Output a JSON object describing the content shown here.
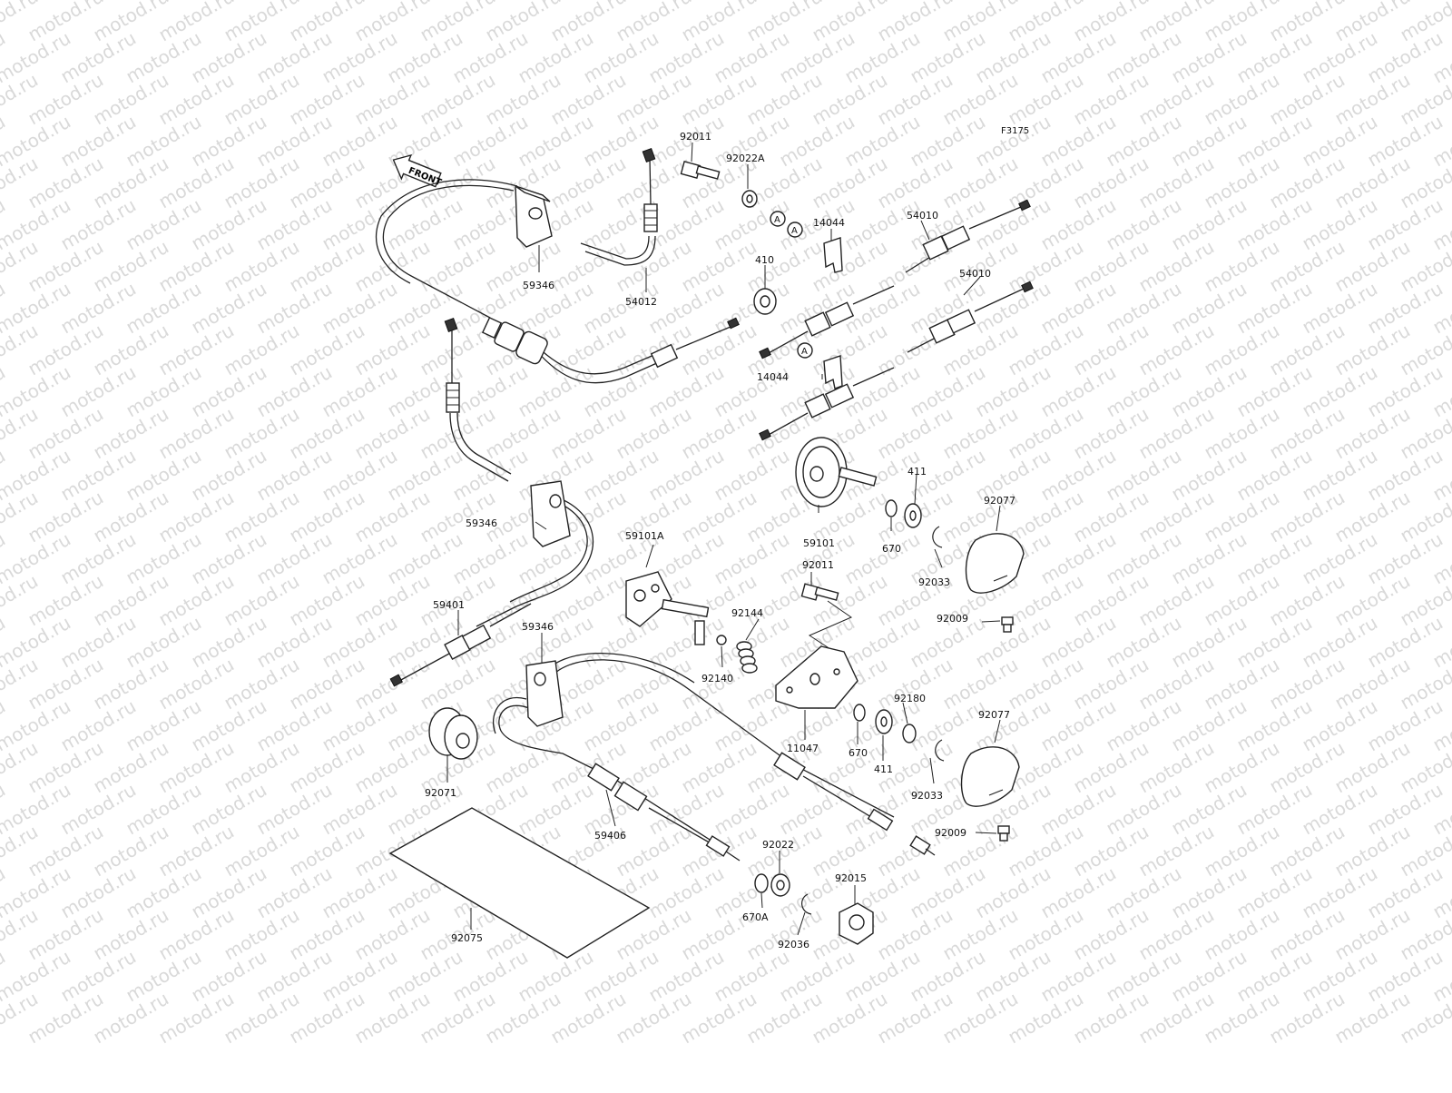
{
  "watermark": "motod.ru",
  "figure_code": "F3175",
  "front_label": "FRONT",
  "ref_marker": "A",
  "labels": {
    "l92011a": "92011",
    "l92022a": "92022A",
    "l14044a": "14044",
    "l54010a": "54010",
    "l410": "410",
    "l59346a": "59346",
    "l54012": "54012",
    "l14044b": "14044",
    "l54010b": "54010",
    "l411a": "411",
    "l92077a": "92077",
    "l59346b": "59346",
    "l59101": "59101",
    "l670a": "670",
    "l92033a": "92033",
    "l59101A": "59101A",
    "l92011b": "92011",
    "l92009a": "92009",
    "l59401": "59401",
    "l59346c": "59346",
    "l92144": "92144",
    "l92140": "92140",
    "l92180": "92180",
    "l92077b": "92077",
    "l11047": "11047",
    "l670b": "670",
    "l411b": "411",
    "l92033b": "92033",
    "l92071": "92071",
    "l59406": "59406",
    "l92009b": "92009",
    "l92022": "92022",
    "l92015": "92015",
    "l670A": "670A",
    "l92036": "92036",
    "l92075": "92075"
  }
}
